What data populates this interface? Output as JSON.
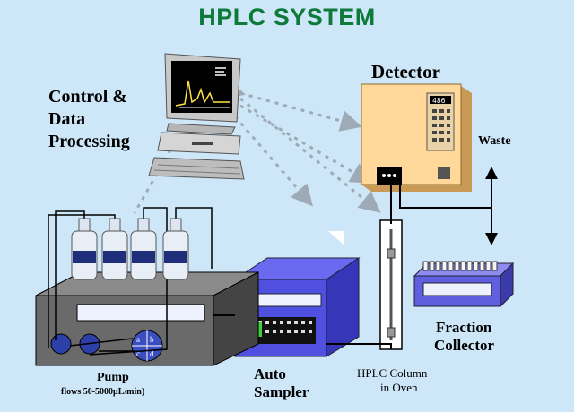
{
  "title": "HPLC SYSTEM",
  "labels": {
    "control": [
      "Control &",
      "Data",
      "Processing"
    ],
    "detector": "Detector",
    "waste": "Waste",
    "pump": "Pump",
    "pump_flow": "flows 50-5000μL/min)",
    "auto_sampler": [
      "Auto",
      "Sampler"
    ],
    "column": [
      "HPLC Column",
      "in Oven"
    ],
    "fraction_collector": [
      "Fraction",
      "Collector"
    ]
  },
  "detector_display": "486",
  "pump_valve_ports": [
    "a",
    "b",
    "c",
    "d"
  ],
  "colors": {
    "background": "#cde6f8",
    "title": "#0d7a3a",
    "detector": "#ffd89a",
    "sampler": "#5050e0",
    "pump": "#6a6a6a"
  }
}
